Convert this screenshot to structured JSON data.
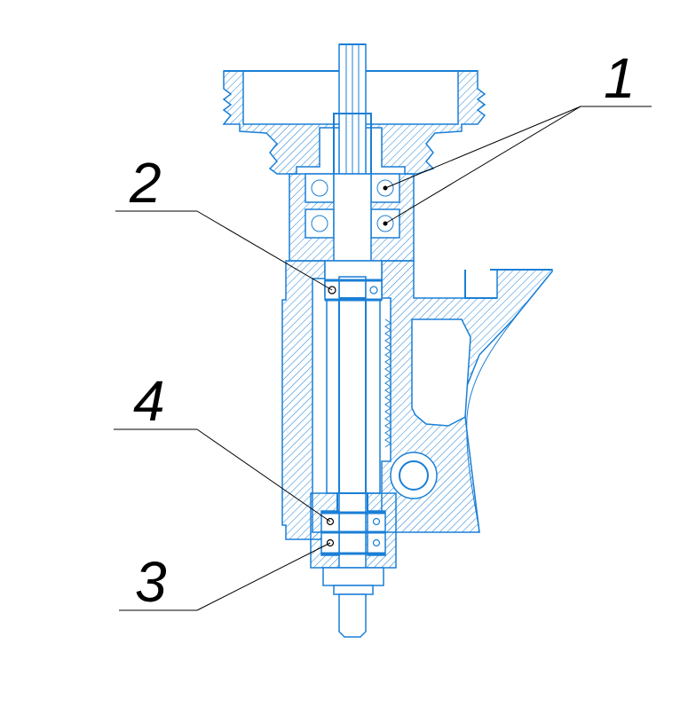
{
  "drawing": {
    "line_color": "#1a7fd6",
    "callout_color": "#000000"
  },
  "callouts": [
    {
      "label": "1"
    },
    {
      "label": "2"
    },
    {
      "label": "3"
    },
    {
      "label": "4"
    }
  ]
}
